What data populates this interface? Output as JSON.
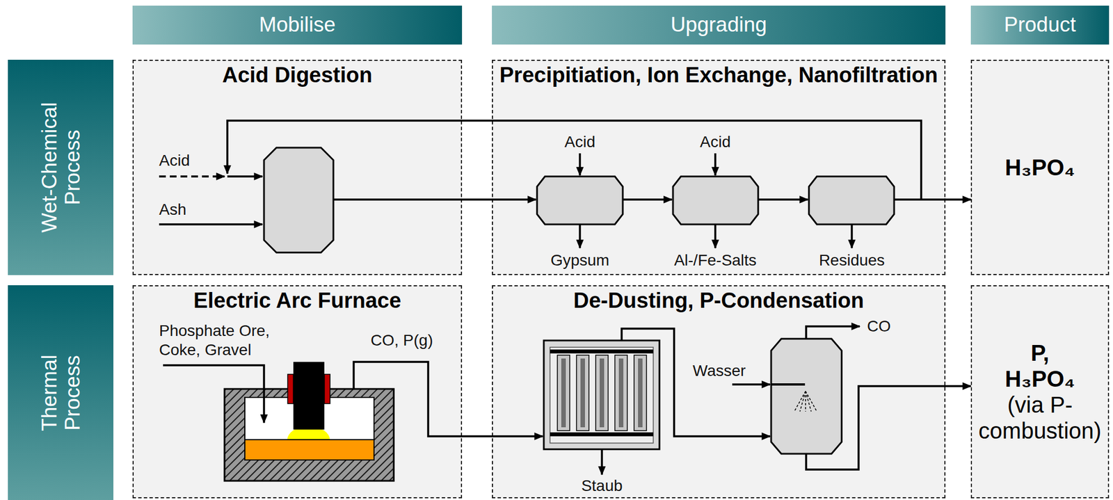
{
  "diagram": {
    "nodes": [
      {
        "text": [
          "Mobilise"
        ]
      },
      {
        "text": [
          "Upgrading"
        ]
      },
      {
        "text": [
          "Product"
        ]
      },
      {
        "text": [
          "Wet-Chemical Process"
        ]
      },
      {
        "text": [
          "Acid Digestion"
        ]
      },
      {
        "text": [
          "Precipitiation, Ion Exchange, Nanofiltration"
        ]
      },
      {
        "text": [
          "H₃PO₄"
        ]
      },
      {
        "text": [
          "Thermal Process"
        ]
      },
      {
        "text": [
          "Electric Arc Furnace"
        ]
      },
      {
        "text": [
          "De-Dusting, P-Condensation"
        ]
      },
      {
        "text": [
          "P, H₃PO₄",
          "(via P-combustion)"
        ]
      }
    ],
    "edges": [
      {
        "from": 5,
        "to": 6,
        "arrow": "to"
      },
      {
        "from": 9,
        "to": 10,
        "arrow": "to"
      }
    ],
    "labels": [
      "Acid",
      "Ash",
      "Acid",
      "Acid",
      "Gypsum",
      "Al-/Fe-Salts",
      "Residues",
      "Phosphate Ore, Coke, Gravel",
      "CO, P(g)",
      "Wasser",
      "CO",
      "Staub"
    ]
  }
}
